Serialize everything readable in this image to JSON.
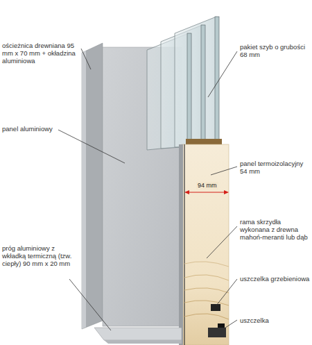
{
  "diagram": {
    "labels": [
      "ościeżnica drewniana 95 mm x 70 mm + okładzina aluminiowa",
      "panel aluminiowy",
      "próg aluminiowy z wkładką termiczną (tzw. ciepły) 90 mm x 20 mm",
      "pakiet szyb o grubości 68 mm",
      "panel termoizolacyjny 54 mm",
      "94 mm",
      "rama skrzydła wykonana z drewna mahoń-meranti lub dąb",
      "uszczelka grzebieniowa",
      "uszczelka"
    ]
  }
}
